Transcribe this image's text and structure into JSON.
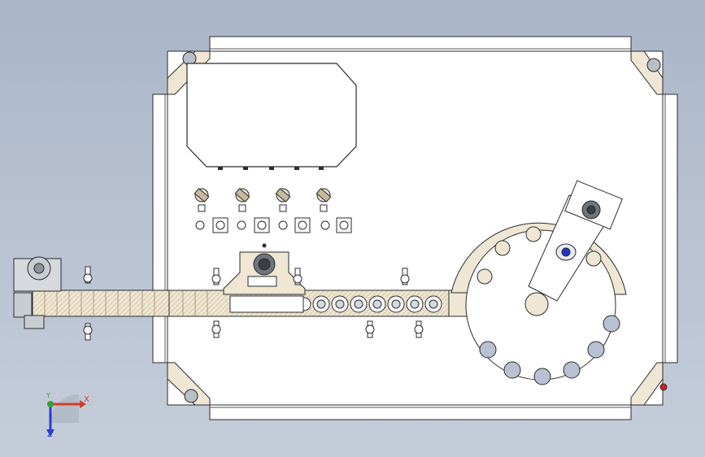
{
  "triad": {
    "x_label": "X",
    "y_label": "Y",
    "z_label": "Z",
    "x_color": "#d23c2a",
    "y_color": "#3a9b3a",
    "z_color": "#2a3ad2"
  },
  "colors": {
    "background_top": "#a9b5c8",
    "background_bottom": "#c5cdda",
    "frame": "#ffffff",
    "line": "#2b2b2b",
    "guard_fill": "#efe6d4",
    "conveyor_fill": "#ebe0c8",
    "sensor_blue": "#2233cc"
  }
}
